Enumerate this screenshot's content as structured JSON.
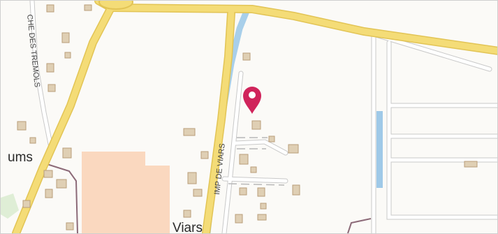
{
  "map": {
    "labels": {
      "road_tremols": "CHE DES TREMOLS",
      "road_viars": "IMP DE VIARS",
      "place_ums": "ums",
      "place_viars": "Viars"
    },
    "marker": {
      "icon": "location-pin-icon",
      "color": "#d0245b"
    },
    "colors": {
      "background": "#fbfaf7",
      "major_road": "#f4dc77",
      "major_road_casing": "#e2c455",
      "minor_road": "#ffffff",
      "minor_road_casing": "#c9c9c9",
      "water": "#9fc9e8",
      "landuse": "#fad8bf",
      "building": "#dfcfb4",
      "building_outline": "#b99e7a",
      "boundary": "#8c6a78"
    }
  }
}
